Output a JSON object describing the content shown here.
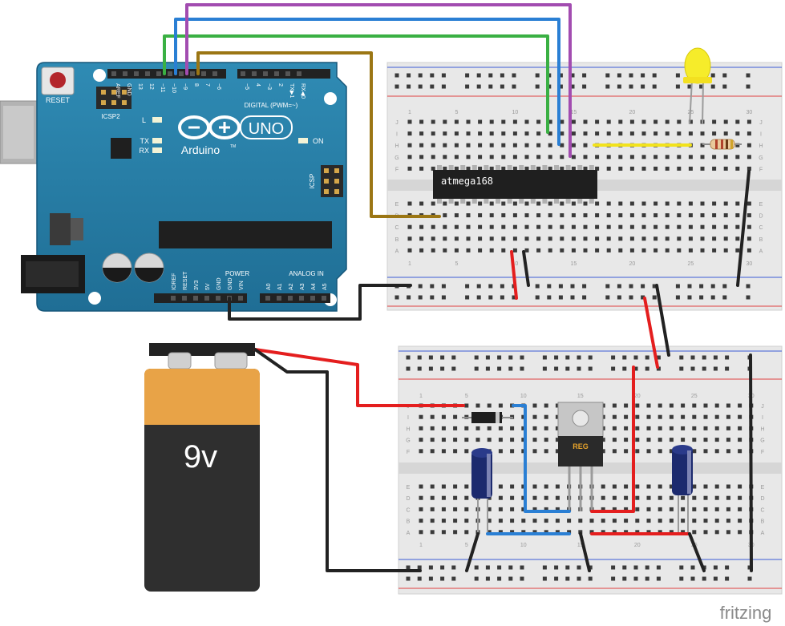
{
  "arduino": {
    "reset_label": "RESET",
    "icsp2_label": "ICSP2",
    "icsp_label": "ICSP",
    "uno_label": "UNO",
    "brand_label": "Arduino",
    "trademark": "TM",
    "l_label": "L",
    "tx_label": "TX",
    "rx_label": "RX",
    "on_label": "ON",
    "digital_label": "DIGITAL (PWM=~)",
    "power_label": "POWER",
    "analog_label": "ANALOG IN",
    "digital_pins": [
      "AREF",
      "GND",
      "13",
      "12",
      "~11",
      "~10",
      "~9",
      "8",
      "7",
      "~6",
      "~5",
      "4",
      "~3",
      "2",
      "TX▶1",
      "RX◀0"
    ],
    "power_pins": [
      "IOREF",
      "RESET",
      "3V3",
      "5V",
      "GND",
      "GND",
      "VIN"
    ],
    "analog_pins": [
      "A0",
      "A1",
      "A2",
      "A3",
      "A4",
      "A5"
    ]
  },
  "chip": {
    "label": "atmega168"
  },
  "battery": {
    "label": "9v"
  },
  "regulator": {
    "label": "REG"
  },
  "breadboard_top": {
    "row_letters": [
      "J",
      "I",
      "H",
      "G",
      "F",
      "E",
      "D",
      "C",
      "B",
      "A"
    ],
    "col_numbers": [
      "1",
      "5",
      "10",
      "15",
      "20",
      "25",
      "30"
    ]
  },
  "breadboard_bottom": {
    "row_letters": [
      "J",
      "I",
      "H",
      "G",
      "F",
      "E",
      "D",
      "C",
      "B",
      "A"
    ],
    "col_numbers": [
      "1",
      "5",
      "10",
      "15",
      "20",
      "25",
      "30"
    ]
  },
  "brand_watermark": "fritzing",
  "wire_colors": {
    "green": "#3ab043",
    "blue": "#2a7fd4",
    "purple": "#a24cb0",
    "brown": "#9b7614",
    "red": "#e41e1e",
    "black": "#222222",
    "yellow": "#f2e21c"
  }
}
